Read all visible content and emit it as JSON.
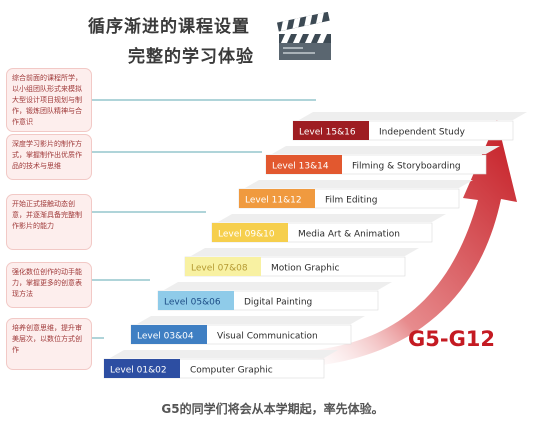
{
  "header": {
    "title_line1": "循序渐进的课程设置",
    "title_line2": "完整的学习体验"
  },
  "icons": {
    "clapper": "clapperboard-icon"
  },
  "notes": [
    "综合前面的课程所学，以小组团队形式来模拟大型设计项目规划与制作，锻炼团队精神与合作意识",
    "深度学习影片的制作方式，掌握制作出优质作品的技术与思维",
    "开始正式接触动态创意，并逐渐具备完整制作影片的能力",
    "强化数位创作的动手能力，掌握更多的创意表现方法",
    "培养创意思维，提升审美层次，以数位方式创作"
  ],
  "levels": [
    {
      "label": "Level 01&02",
      "course": "Computer Graphic",
      "color": "#2d4ea2",
      "text_color": "#ffffff"
    },
    {
      "label": "Level 03&04",
      "course": "Visual Communication",
      "color": "#3f7fc3",
      "text_color": "#ffffff"
    },
    {
      "label": "Level 05&06",
      "course": "Digital Painting",
      "color": "#8fcbe9",
      "text_color": "#1d4d86"
    },
    {
      "label": "Level 07&08",
      "course": "Motion Graphic",
      "color": "#f8f1a2",
      "text_color": "#b59a32"
    },
    {
      "label": "Level 09&10",
      "course": "Media Art & Animation",
      "color": "#f6cf4d",
      "text_color": "#ffffff"
    },
    {
      "label": "Level 11&12",
      "course": "Film Editing",
      "color": "#f09a3f",
      "text_color": "#ffffff"
    },
    {
      "label": "Level 13&14",
      "course": "Filming & Storyboarding",
      "color": "#e2582f",
      "text_color": "#ffffff"
    },
    {
      "label": "Level 15&16",
      "course": "Independent Study",
      "color": "#9e1d22",
      "text_color": "#ffffff"
    }
  ],
  "arrow": {
    "label": "G5-G12",
    "color": "#c41a22"
  },
  "caption": "G5的同学们将会从本学期起，率先体验。"
}
